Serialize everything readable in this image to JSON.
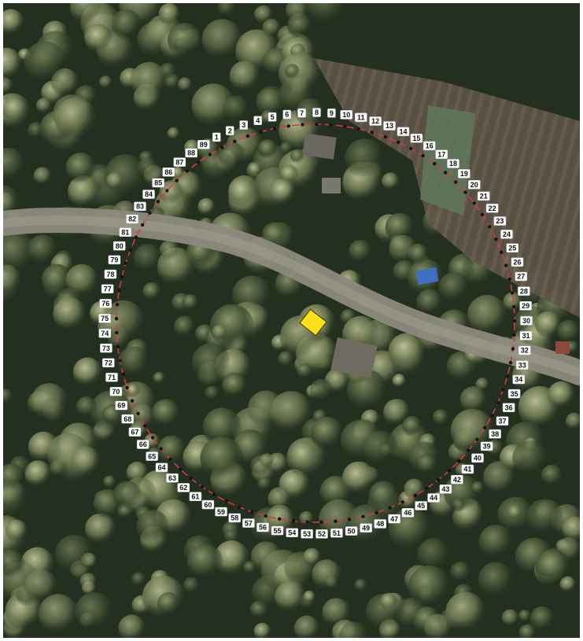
{
  "map": {
    "description_colors": {
      "circle_stroke": "#e0324b",
      "point_fill": "#151515",
      "marker_fill": "#ffe01a",
      "label_bg": "#ffffff",
      "road": "#8c8a7d",
      "forest_dark": "#1e2b1c",
      "canopy_light": "#9ea67a"
    },
    "center_marker": {
      "shape": "square",
      "color": "#ffe01a"
    },
    "boundary": {
      "style": "dashed-circle",
      "point_count": 89,
      "labels": [
        "1",
        "2",
        "3",
        "4",
        "5",
        "6",
        "7",
        "8",
        "9",
        "10",
        "11",
        "12",
        "13",
        "14",
        "15",
        "16",
        "17",
        "18",
        "19",
        "20",
        "21",
        "22",
        "23",
        "24",
        "25",
        "26",
        "27",
        "28",
        "29",
        "30",
        "31",
        "32",
        "33",
        "34",
        "35",
        "36",
        "37",
        "38",
        "39",
        "40",
        "41",
        "42",
        "43",
        "44",
        "45",
        "46",
        "47",
        "48",
        "49",
        "50",
        "51",
        "52",
        "53",
        "54",
        "55",
        "56",
        "57",
        "58",
        "59",
        "60",
        "61",
        "62",
        "63",
        "64",
        "65",
        "66",
        "67",
        "68",
        "69",
        "70",
        "71",
        "72",
        "73",
        "74",
        "75",
        "76",
        "77",
        "78",
        "79",
        "80",
        "81",
        "82",
        "83",
        "84",
        "85",
        "86",
        "87",
        "88",
        "89"
      ]
    }
  }
}
